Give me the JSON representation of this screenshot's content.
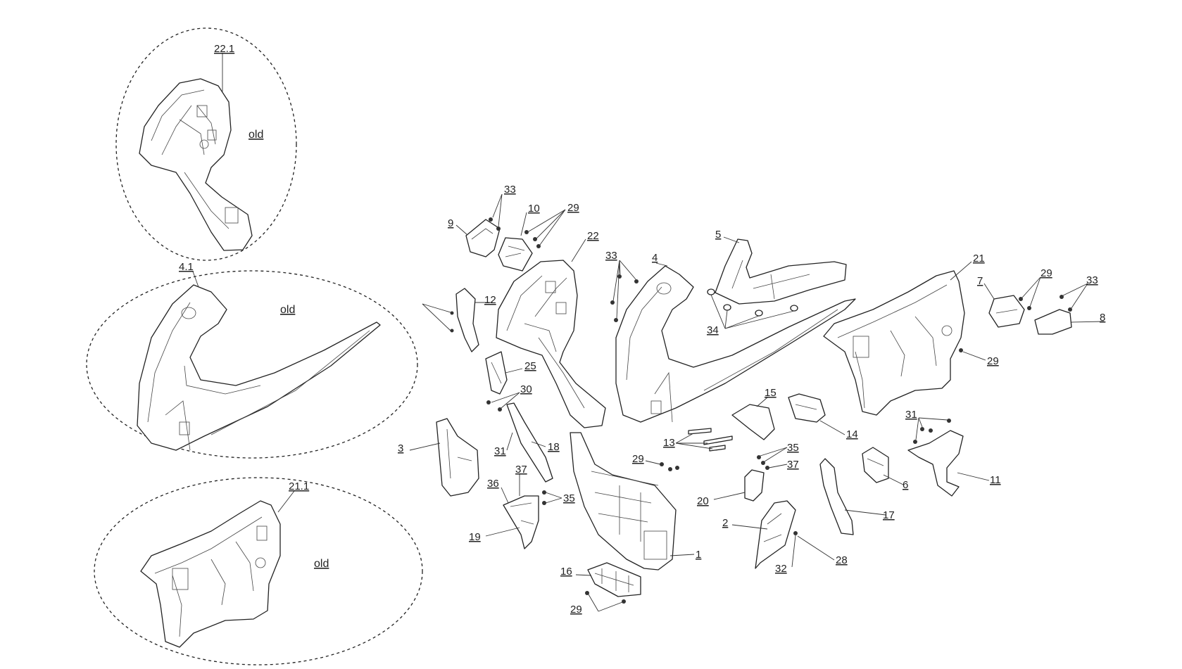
{
  "diagram": {
    "callouts": {
      "c1": "1",
      "c2": "2",
      "c3": "3",
      "c4": "4",
      "c4_1": "4.1",
      "c5": "5",
      "c6": "6",
      "c7": "7",
      "c8": "8",
      "c9": "9",
      "c10": "10",
      "c11": "11",
      "c12": "12",
      "c13": "13",
      "c14": "14",
      "c15": "15",
      "c16": "16",
      "c17": "17",
      "c18": "18",
      "c19": "19",
      "c20": "20",
      "c21": "21",
      "c21_1": "21.1",
      "c22": "22",
      "c22_1": "22.1",
      "c25": "25",
      "c28": "28",
      "c29": "29",
      "c30": "30",
      "c31": "31",
      "c32": "32",
      "c33": "33",
      "c34": "34",
      "c35": "35",
      "c36": "36",
      "c37": "37"
    },
    "old_label": "old"
  }
}
